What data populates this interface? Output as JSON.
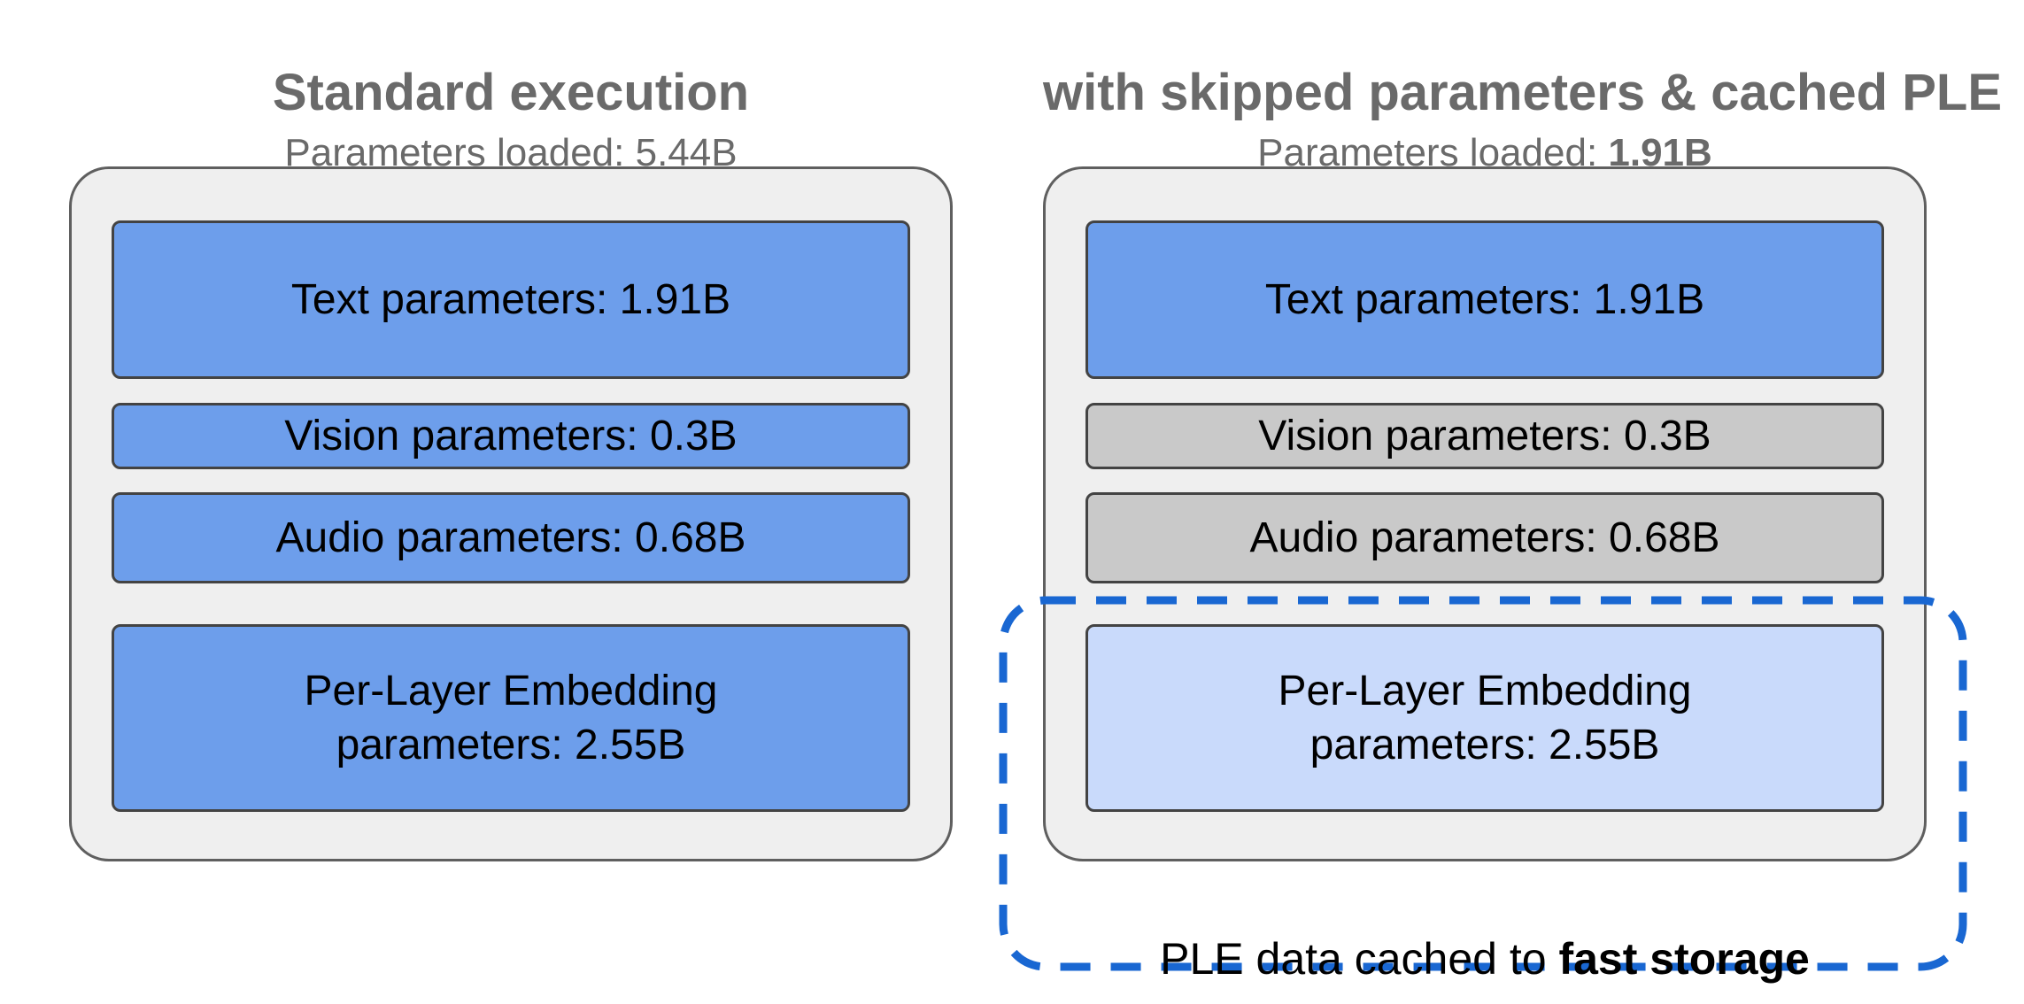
{
  "colors": {
    "heading_gray": "#6a6a6a",
    "container_bg": "#efefef",
    "container_border": "#5f5f5f",
    "blue_box": "#6d9eeb",
    "gray_skipped_box": "#c9c9c9",
    "light_blue_cached_box": "#c9dafb",
    "box_border": "#434343",
    "dashed_outline_blue": "#1967d2",
    "box_text": "#000000"
  },
  "left_panel": {
    "title": "Standard execution",
    "subtitle_label": "Parameters loaded: ",
    "subtitle_value": "5.44B",
    "boxes": {
      "text": {
        "label": "Text parameters: 1.91B"
      },
      "vision": {
        "label": "Vision parameters: 0.3B"
      },
      "audio": {
        "label": "Audio parameters: 0.68B"
      },
      "ple": {
        "line1": "Per-Layer Embedding",
        "line2": "parameters: 2.55B"
      }
    }
  },
  "right_panel": {
    "title": "with skipped parameters & cached PLE",
    "subtitle_label": "Parameters loaded: ",
    "subtitle_value": "1.91B",
    "boxes": {
      "text": {
        "label": "Text parameters: 1.91B"
      },
      "vision": {
        "label": "Vision parameters: 0.3B"
      },
      "audio": {
        "label": "Audio parameters: 0.68B"
      },
      "ple": {
        "line1": "Per-Layer Embedding",
        "line2": "parameters: 2.55B"
      }
    },
    "cache_note": {
      "prefix": "PLE data cached to ",
      "bold": "fast storage"
    }
  }
}
